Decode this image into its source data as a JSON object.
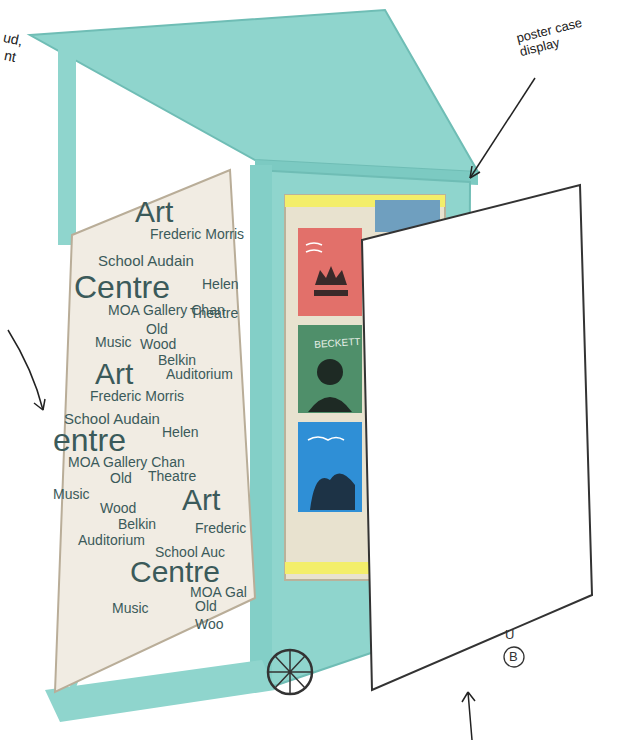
{
  "diagram": {
    "nodes": [
      {
        "text": [
          "Art",
          "Frederic Morris",
          "School Audain",
          "Centre",
          "Helen",
          "MOA Gallery Chan",
          "Music",
          "Old",
          "Theatre",
          "Wood",
          "Belkin",
          "Art",
          "Auditorium",
          "Frederic Morris",
          "School Audain",
          "entre",
          "Helen",
          "MOA Gallery Chan",
          "Music",
          "Old",
          "Theatre",
          "Wood",
          "Belkin",
          "Auditorium",
          "Art",
          "Frederic",
          "School Auc",
          "Centre",
          "MOA Gal",
          "Music",
          "Old",
          "Woo"
        ]
      }
    ],
    "labels": [
      "ud,",
      "nt",
      "poster case display",
      "BECKETT",
      "U",
      "B"
    ]
  }
}
